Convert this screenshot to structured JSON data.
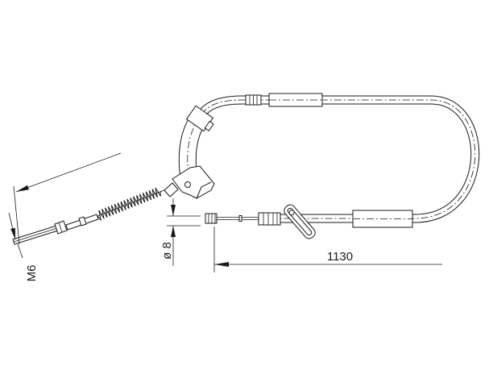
{
  "colors": {
    "ink": "#1a1a1a",
    "paper": "#ffffff"
  },
  "dimensions": {
    "length_label": "1130",
    "diameter_label": "ø 8",
    "thread_label": "M6"
  }
}
